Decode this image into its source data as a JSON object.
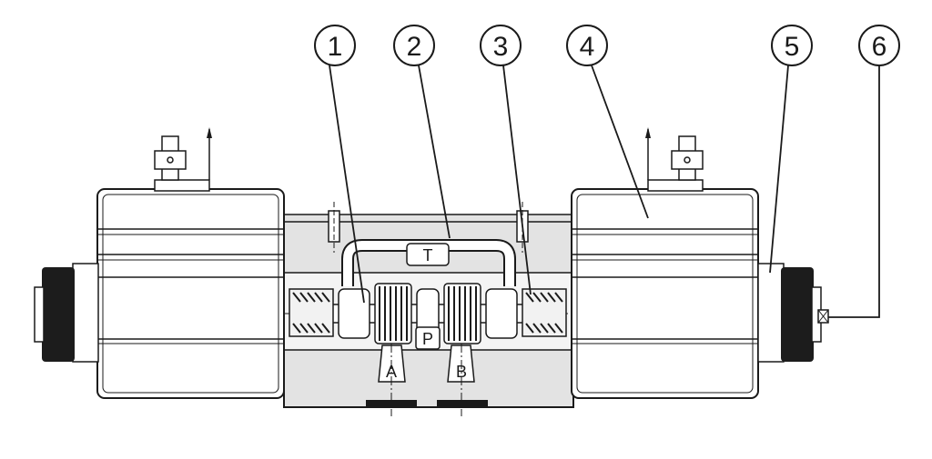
{
  "callouts": [
    {
      "number": "1",
      "target": "spool"
    },
    {
      "number": "2",
      "target": "valve-body"
    },
    {
      "number": "3",
      "target": "return-spring"
    },
    {
      "number": "4",
      "target": "solenoid-coil"
    },
    {
      "number": "5",
      "target": "armature-tube"
    },
    {
      "number": "6",
      "target": "manual-override"
    }
  ],
  "ports": {
    "tank": "T",
    "pressure": "P",
    "a": "A",
    "b": "B"
  },
  "colors": {
    "line": "#1a1a1a",
    "body_fill": "#e3e3e3",
    "section_fill": "#bdbdbd",
    "knob_fill": "#1c1c1c",
    "background": "#ffffff"
  }
}
